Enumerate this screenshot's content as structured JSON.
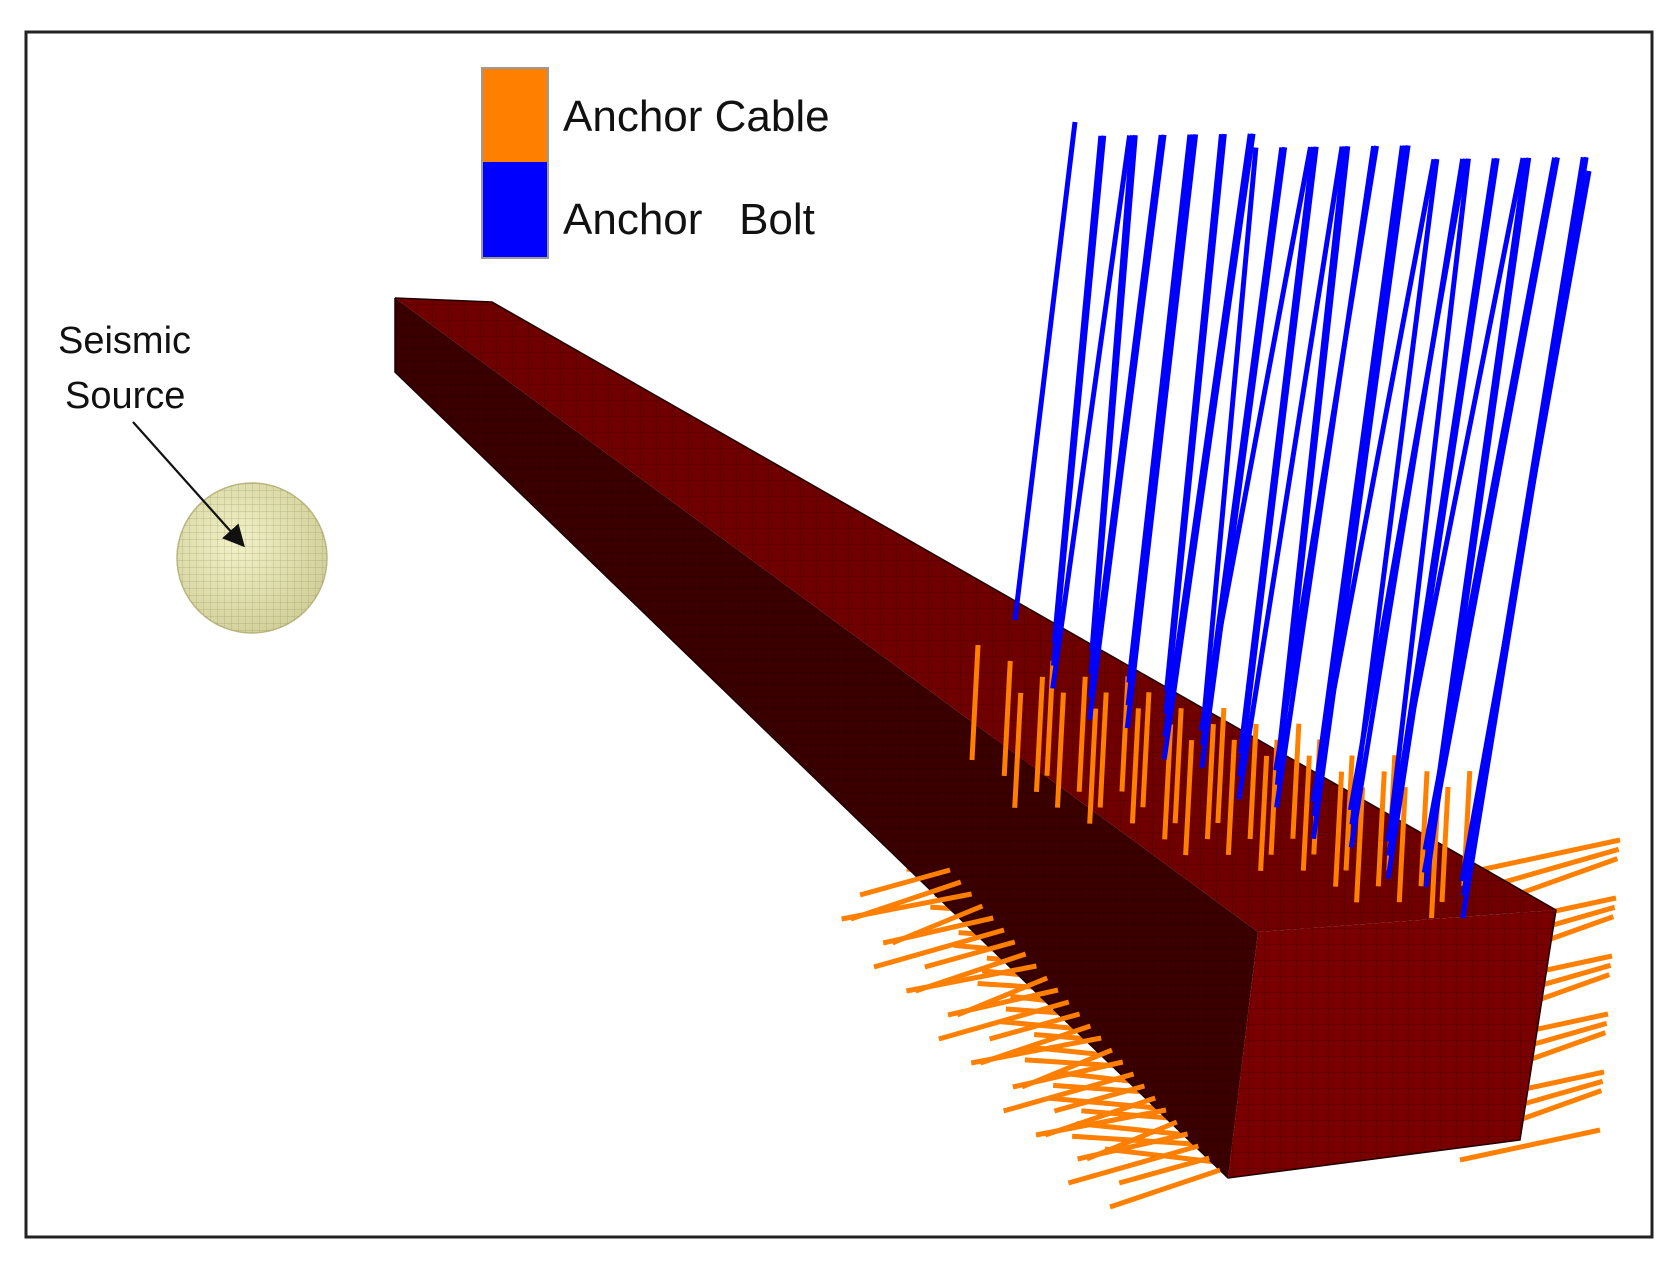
{
  "legend": {
    "items": [
      {
        "label": "Anchor Cable",
        "color": "#ff8000"
      },
      {
        "label": "Anchor   Bolt",
        "color": "#0000ff"
      }
    ]
  },
  "source": {
    "label_line1": "Seismic",
    "label_line2": "Source",
    "fill": "#ecebb8"
  },
  "colors": {
    "tunnel_top": "#6e0000",
    "tunnel_side": "#3a0000",
    "tunnel_front": "#780000",
    "mesh": "#200000",
    "cable": "#ff8000",
    "bolt": "#0000ff"
  }
}
